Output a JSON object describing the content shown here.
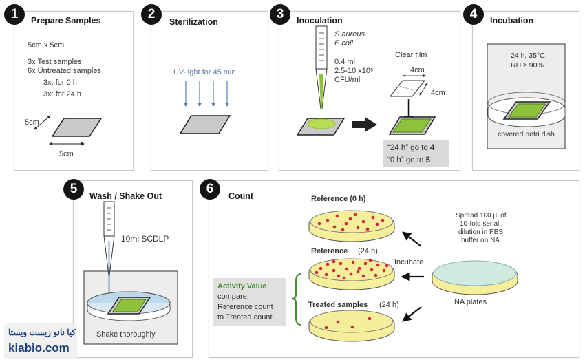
{
  "steps": [
    {
      "number": "1",
      "title": "Prepare Samples",
      "size": "5cm x 5cm",
      "test": "3x  Test samples",
      "untreated": "6x  Untreated samples",
      "for0": "3x: for 0 h",
      "for24": "3x: for 24 h",
      "dim_side": "5cm",
      "dim_bottom": "5cm"
    },
    {
      "number": "2",
      "title": "Sterilization",
      "uv": "UV-light for 45 min"
    },
    {
      "number": "3",
      "title": "Inoculation",
      "org1": "S.aureus",
      "org2": "E.coli",
      "vol": "0.4 ml",
      "conc": "2.5-10 x10⁵",
      "unit": "CFU/ml",
      "film": "Clear film",
      "film_w": "4cm",
      "film_h": "4cm",
      "goto24_a": "“24 h” go to ",
      "goto24_b": "4",
      "goto0_a": "“0 h” go to ",
      "goto0_b": "5"
    },
    {
      "number": "4",
      "title": "Incubation",
      "cond1": "24 h, 35°C,",
      "cond2": "RH ≥ 90%",
      "dish": "covered petri dish"
    },
    {
      "number": "5",
      "title": "Wash / Shake Out",
      "scdlp": "10ml SCDLP",
      "shake": "Shake thoroughly"
    },
    {
      "number": "6",
      "title": "Count",
      "ref0": "Reference   (0 h)",
      "ref24": "Reference",
      "ref24h": "(24 h)",
      "treated": "Treated samples",
      "treatedh": "(24 h)",
      "incubate": "Incubate",
      "spread1": "Spread 100 µl of",
      "spread2": "10-fold serial",
      "spread3": "dilution in PBS",
      "spread4": "buffer on NA",
      "na": "NA plates",
      "activity": "Activity Value",
      "compare": "compare:",
      "refcount": "Reference count",
      "totreated": "to Treated count"
    }
  ],
  "watermark": {
    "line1": "کیا نانو زیست ویستا",
    "line2": "kiabio.com"
  },
  "colors": {
    "green": "#8fc23a",
    "agar": "#f5ee9a",
    "colony": "#d6233f",
    "accent_green": "#3f8a2a",
    "na_plate": "#cfeadf"
  }
}
